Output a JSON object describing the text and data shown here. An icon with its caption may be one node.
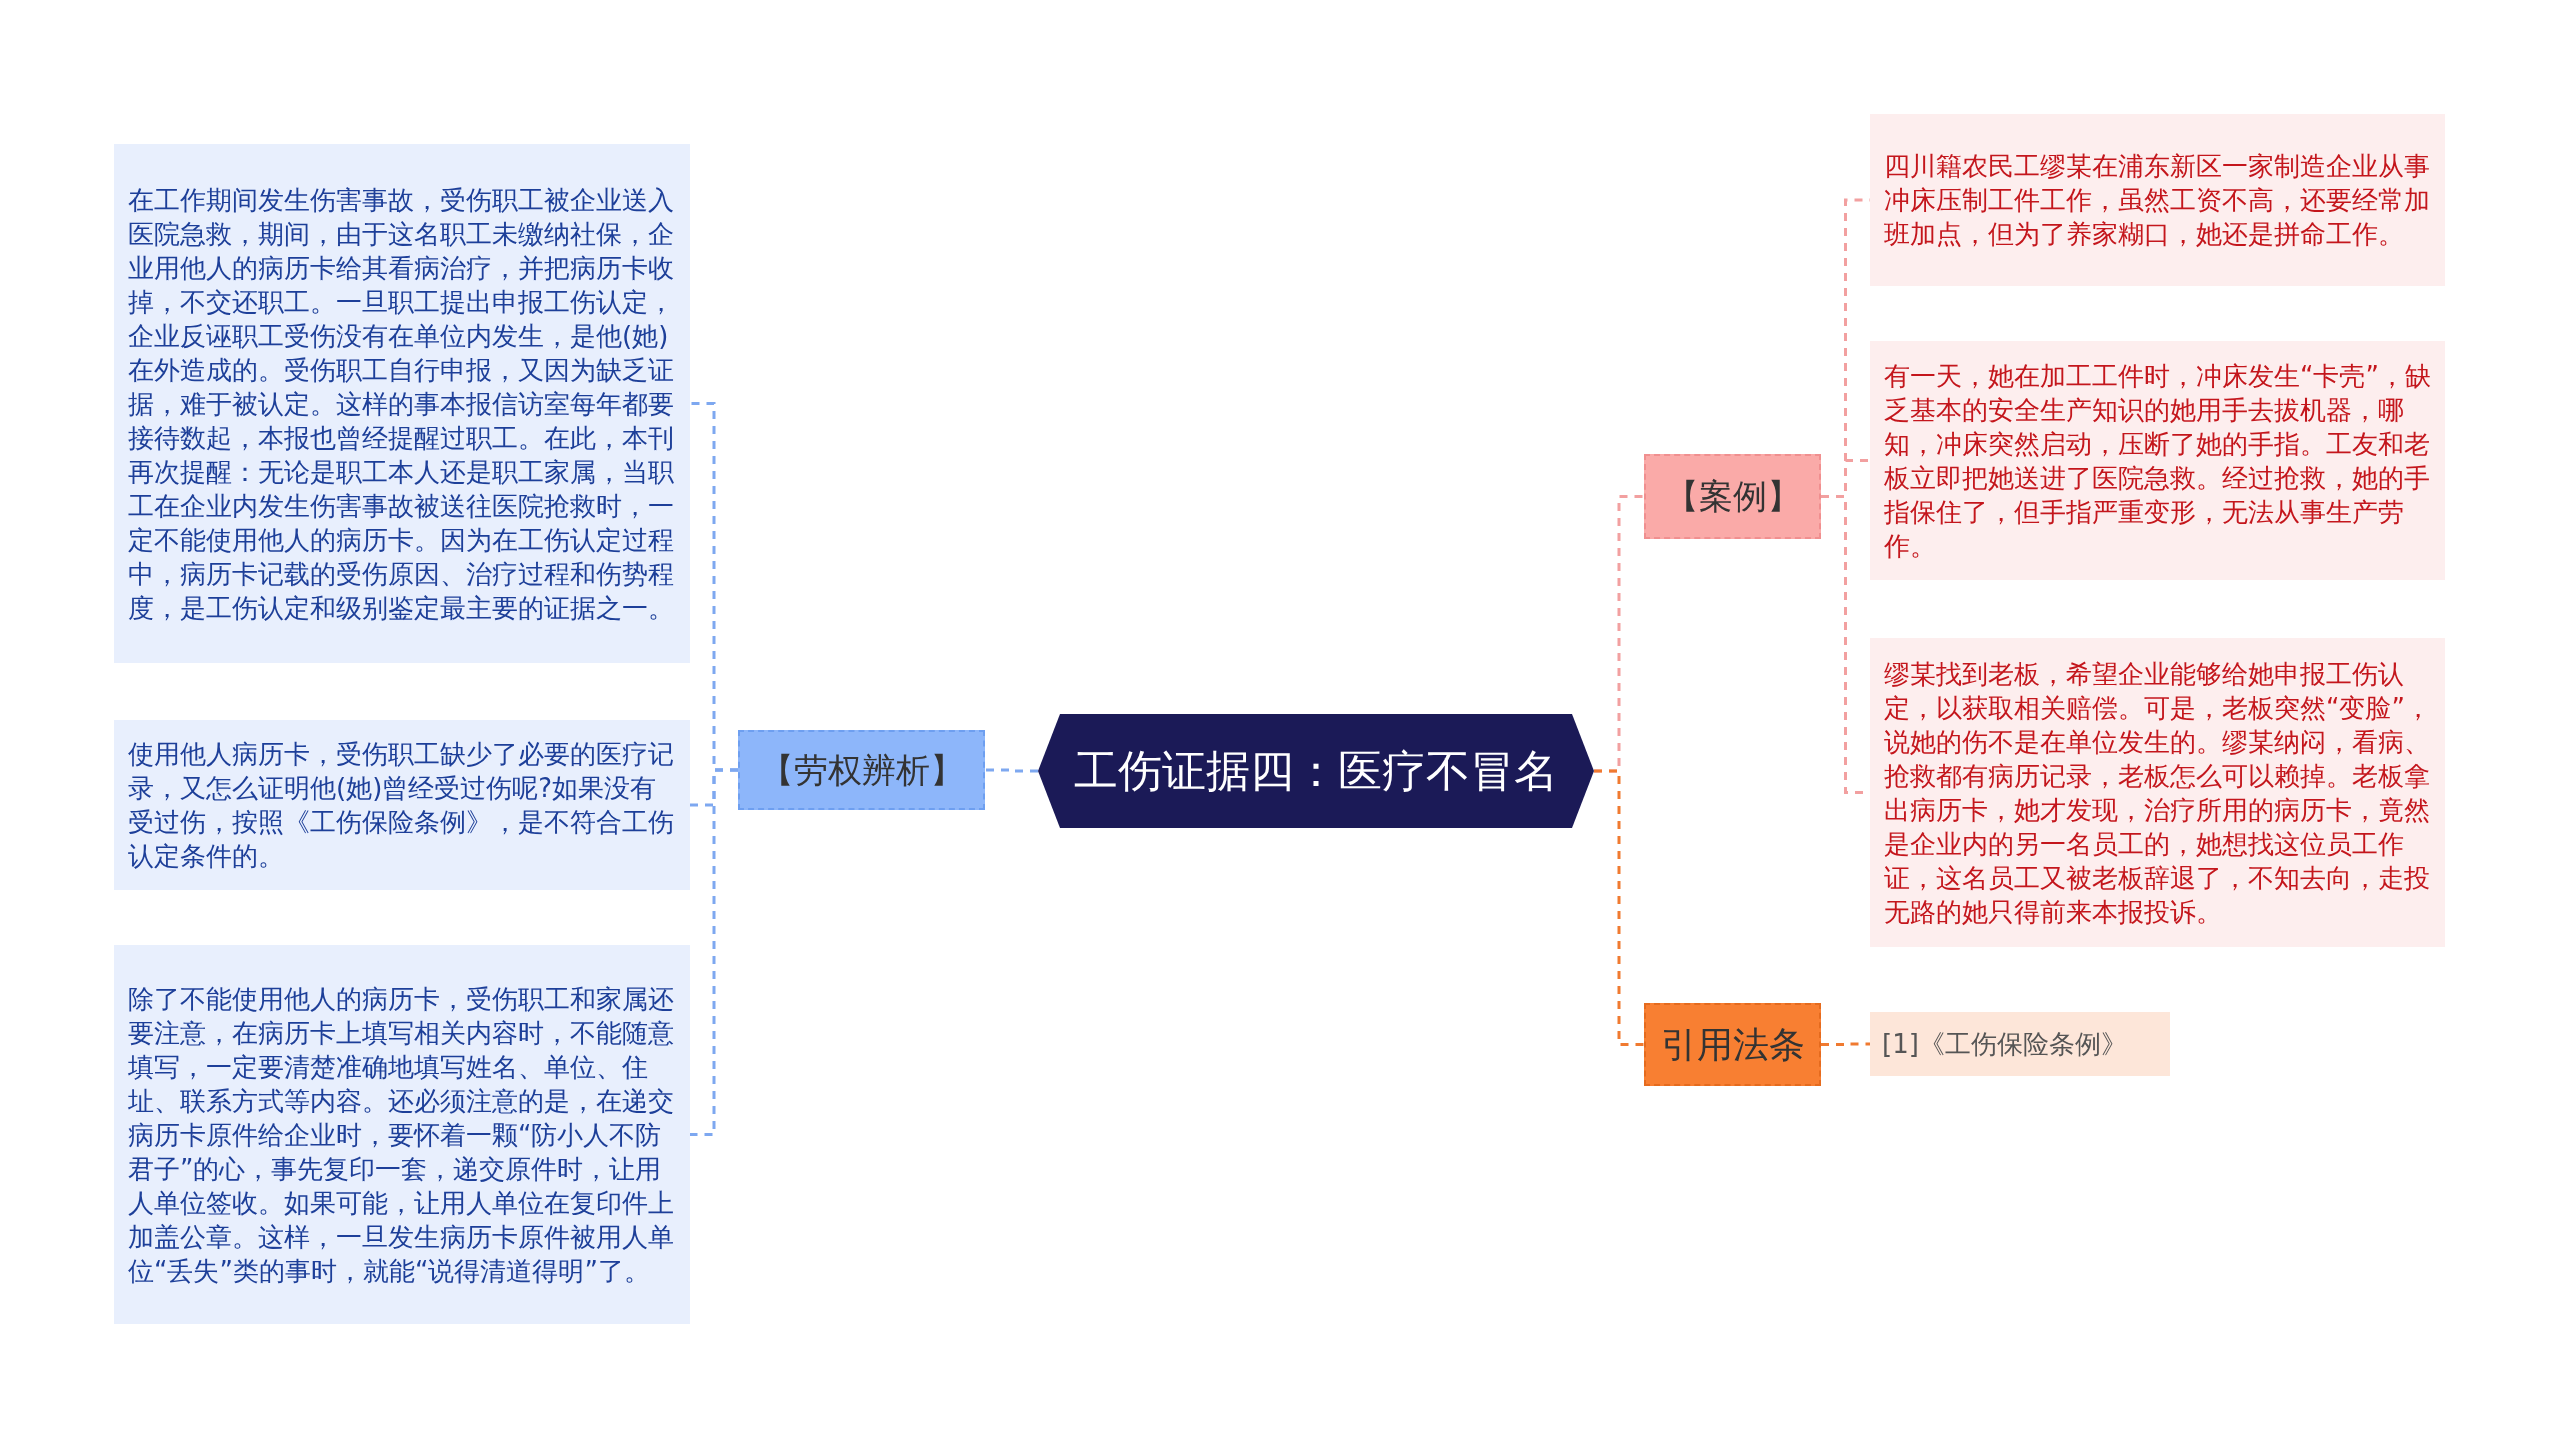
{
  "diagram": {
    "nodes": [
      {
        "text": [
          "工伤证据四：医疗不冒名"
        ]
      },
      {
        "text": [
          "【劳权辨析】"
        ]
      },
      {
        "text": [
          "在工作期间发生伤害事故，受伤职工被企业送入医院急救，期间，由于这名职工未缴纳社保，企业用他人的病历卡给其看病治疗，并把病历卡收掉，不交还职工。一旦职工提出申报工伤认定，企业反诬职工受伤没有在单位内发生，是他(她)在外造成的。受伤职工自行申报，又因为缺乏证据，难于被认定。这样的事本报信访室每年都要接待数起，本报也曾经提醒过职工。在此，本刊再次提醒：无论是职工本人还是职工家属，当职工在企业内发生伤害事故被送往医院抢救时，一定不能使用他人的病历卡。因为在工伤认定过程中，病历卡记载的受伤原因、治疗过程和伤势程度，是工伤认定和级别鉴定最主要的证据之一。"
        ]
      },
      {
        "text": [
          "使用他人病历卡，受伤职工缺少了必要的医疗记录，又怎么证明他(她)曾经受过伤呢?如果没有受过伤，按照《工伤保险条例》，是不符合工伤认定条件的。"
        ]
      },
      {
        "text": [
          "除了不能使用他人的病历卡，受伤职工和家属还要注意，在病历卡上填写相关内容时，不能随意填写，一定要清楚准确地填写姓名、单位、住址、联系方式等内容。还必须注意的是，在递交病历卡原件给企业时，要怀着一颗“防小人不防君子”的心，事先复印一套，递交原件时，让用人单位签收。如果可能，让用人单位在复印件上加盖公章。这样，一旦发生病历卡原件被用人单位“丢失”类的事时，就能“说得清道得明”了。"
        ]
      },
      {
        "text": [
          "【案例】"
        ]
      },
      {
        "text": [
          "四川籍农民工缪某在浦东新区一家制造企业从事冲床压制工件工作，虽然工资不高，还要经常加班加点，但为了养家糊口，她还是拼命工作。"
        ]
      },
      {
        "text": [
          "有一天，她在加工工件时，冲床发生“卡壳”，缺乏基本的安全生产知识的她用手去拔机器，哪知，冲床突然启动，压断了她的手指。工友和老板立即把她送进了医院急救。经过抢救，她的手指保住了，但手指严重变形，无法从事生产劳作。"
        ]
      },
      {
        "text": [
          "缪某找到老板，希望企业能够给她申报工伤认定，以获取相关赔偿。可是，老板突然“变脸”，说她的伤不是在单位发生的。缪某纳闷，看病、抢救都有病历记录，老板怎么可以赖掉。老板拿出病历卡，她才发现，治疗所用的病历卡，竟然是企业内的另一名员工的，她想找这位员工作证，这名员工又被老板辞退了，不知去向，走投无路的她只得前来本报投诉。"
        ]
      },
      {
        "text": [
          "引用法条"
        ]
      },
      {
        "text": [
          "[1]《工伤保险条例》"
        ]
      }
    ],
    "edges": [
      {
        "from": 0,
        "to": 1,
        "arrow": "none",
        "style": "dashed",
        "color": "#7ea8f0"
      },
      {
        "from": 1,
        "to": 2,
        "arrow": "none",
        "style": "dashed",
        "color": "#7ea8f0"
      },
      {
        "from": 1,
        "to": 3,
        "arrow": "none",
        "style": "dashed",
        "color": "#7ea8f0"
      },
      {
        "from": 1,
        "to": 4,
        "arrow": "none",
        "style": "dashed",
        "color": "#7ea8f0"
      },
      {
        "from": 0,
        "to": 5,
        "arrow": "none",
        "style": "dashed",
        "color": "#f2a0a0"
      },
      {
        "from": 5,
        "to": 6,
        "arrow": "none",
        "style": "dashed",
        "color": "#f2a0a0"
      },
      {
        "from": 5,
        "to": 7,
        "arrow": "none",
        "style": "dashed",
        "color": "#f2a0a0"
      },
      {
        "from": 5,
        "to": 8,
        "arrow": "none",
        "style": "dashed",
        "color": "#f2a0a0"
      },
      {
        "from": 0,
        "to": 9,
        "arrow": "none",
        "style": "dashed",
        "color": "#f07a30"
      },
      {
        "from": 9,
        "to": 10,
        "arrow": "none",
        "style": "dashed",
        "color": "#f07a30"
      }
    ]
  }
}
